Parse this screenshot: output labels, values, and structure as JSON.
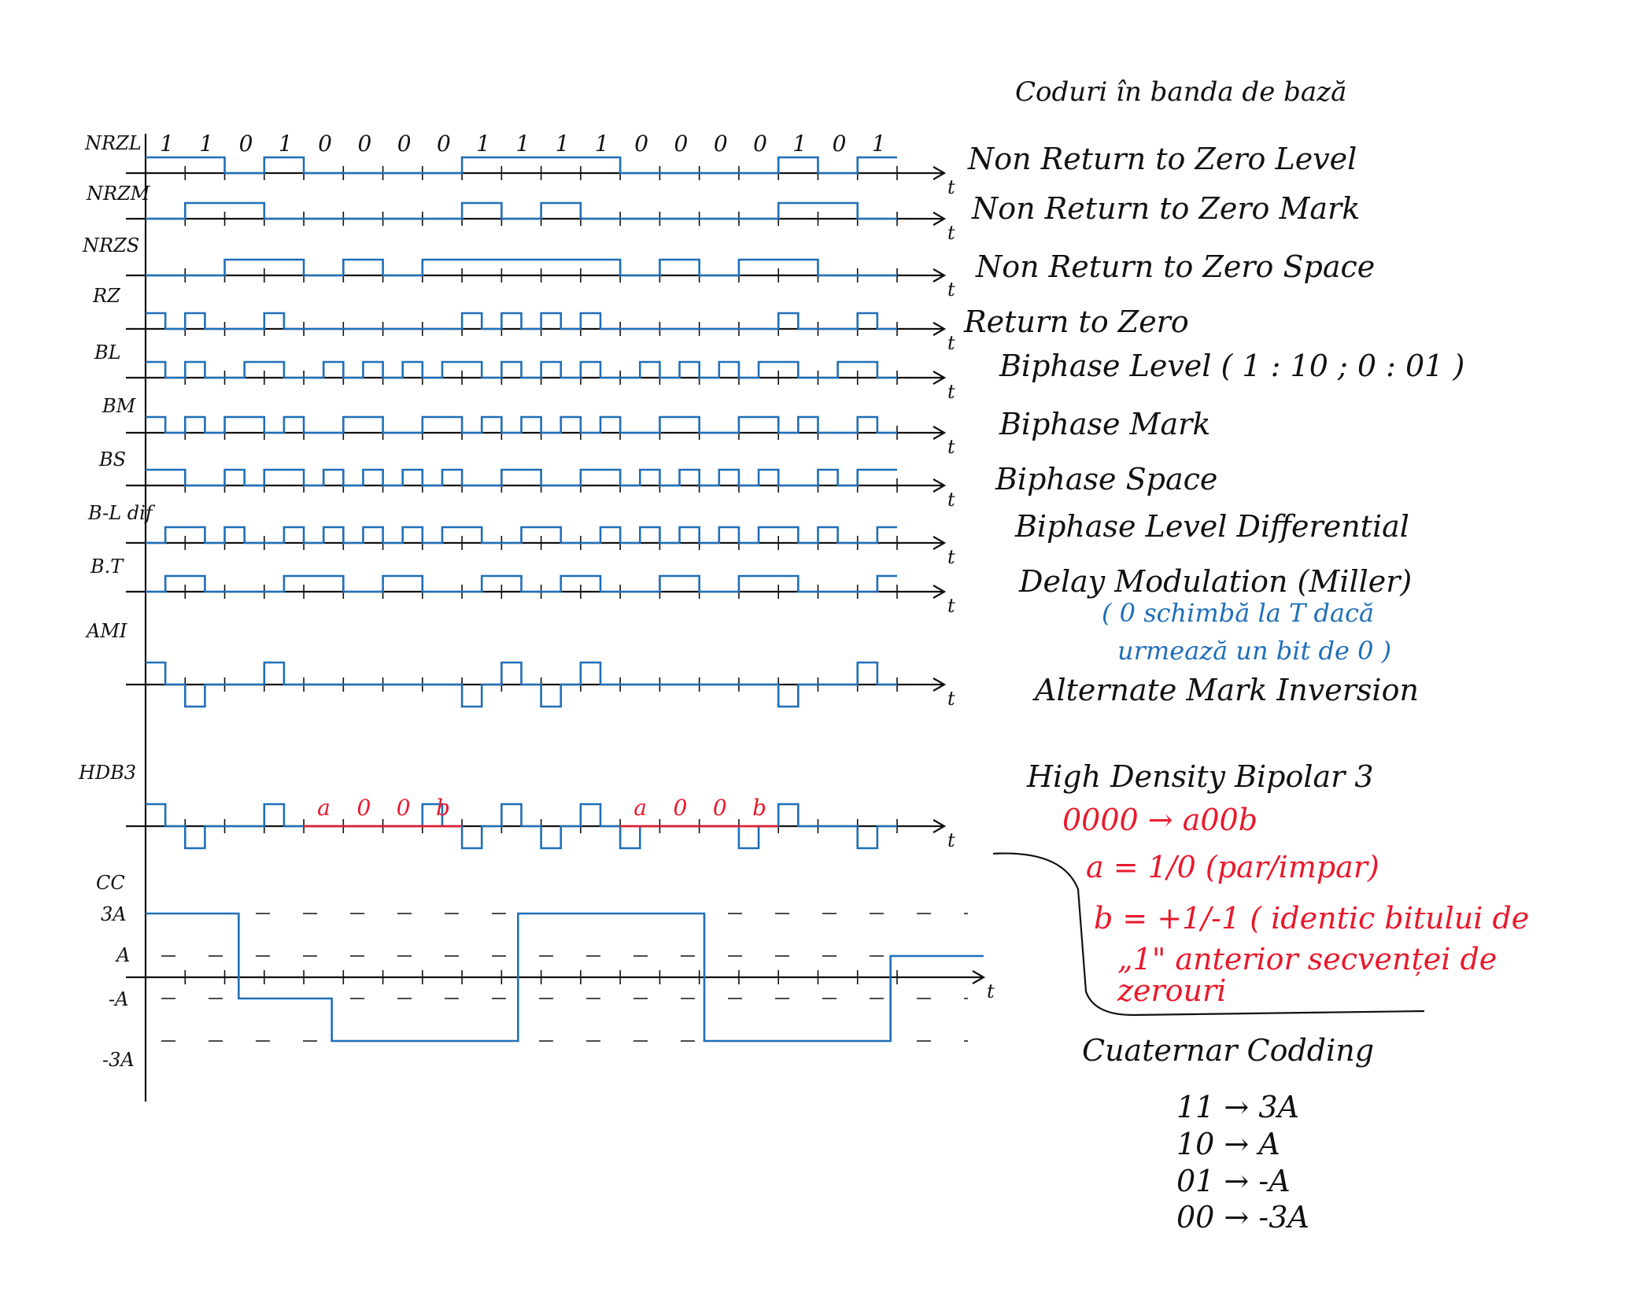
{
  "title": "Coduri în banda de bază",
  "bits": [
    "1",
    "1",
    "0",
    "1",
    "0",
    "0",
    "0",
    "0",
    "1",
    "1",
    "1",
    "1",
    "0",
    "0",
    "0",
    "0",
    "1",
    "0",
    "1"
  ],
  "rows": [
    {
      "label": "NRZL",
      "desc": "Non Return to Zero Level"
    },
    {
      "label": "NRZM",
      "desc": "Non Return to Zero Mark"
    },
    {
      "label": "NRZS",
      "desc": "Non Return to Zero Space"
    },
    {
      "label": "RZ",
      "desc": "Return to Zero"
    },
    {
      "label": "BL",
      "desc": "Biphase Level ( 1 : 10 ; 0 : 01 )"
    },
    {
      "label": "BM",
      "desc": "Biphase Mark"
    },
    {
      "label": "BS",
      "desc": "Biphase Space"
    },
    {
      "label": "B-L dif",
      "desc": "Biphase Level Differential"
    },
    {
      "label": "B.T",
      "desc": "Delay Modulation (Miller)"
    },
    {
      "label": "AMI",
      "desc": "Alternate Mark Inversion"
    },
    {
      "label": "HDB3",
      "desc": "High Density Bipolar 3"
    },
    {
      "label": "CC",
      "desc": ""
    }
  ],
  "axis_label": "t",
  "miller_note": [
    "( 0 schimbă la T dacă",
    "urmează un bit de 0 )"
  ],
  "hdb3_rules": [
    "0000 → a00b",
    "a = 1/0 (par/impar)",
    "b = +1/-1 ( identic bitului de",
    "„1\" anterior secvenței de",
    "zerouri"
  ],
  "hdb3_marks": [
    "a",
    "0",
    "0",
    "b",
    "a",
    "0",
    "0",
    "b"
  ],
  "cc_levels": [
    "3A",
    "A",
    "-A",
    "-3A"
  ],
  "quaternary": {
    "title": "Cuaternar Codding",
    "rules": [
      "11 → 3A",
      "10 → A",
      "01 → -A",
      "00 → -3A"
    ]
  },
  "colors": {
    "ink": "#111111",
    "wave": "#1f6fb8",
    "red": "#e8192c"
  }
}
